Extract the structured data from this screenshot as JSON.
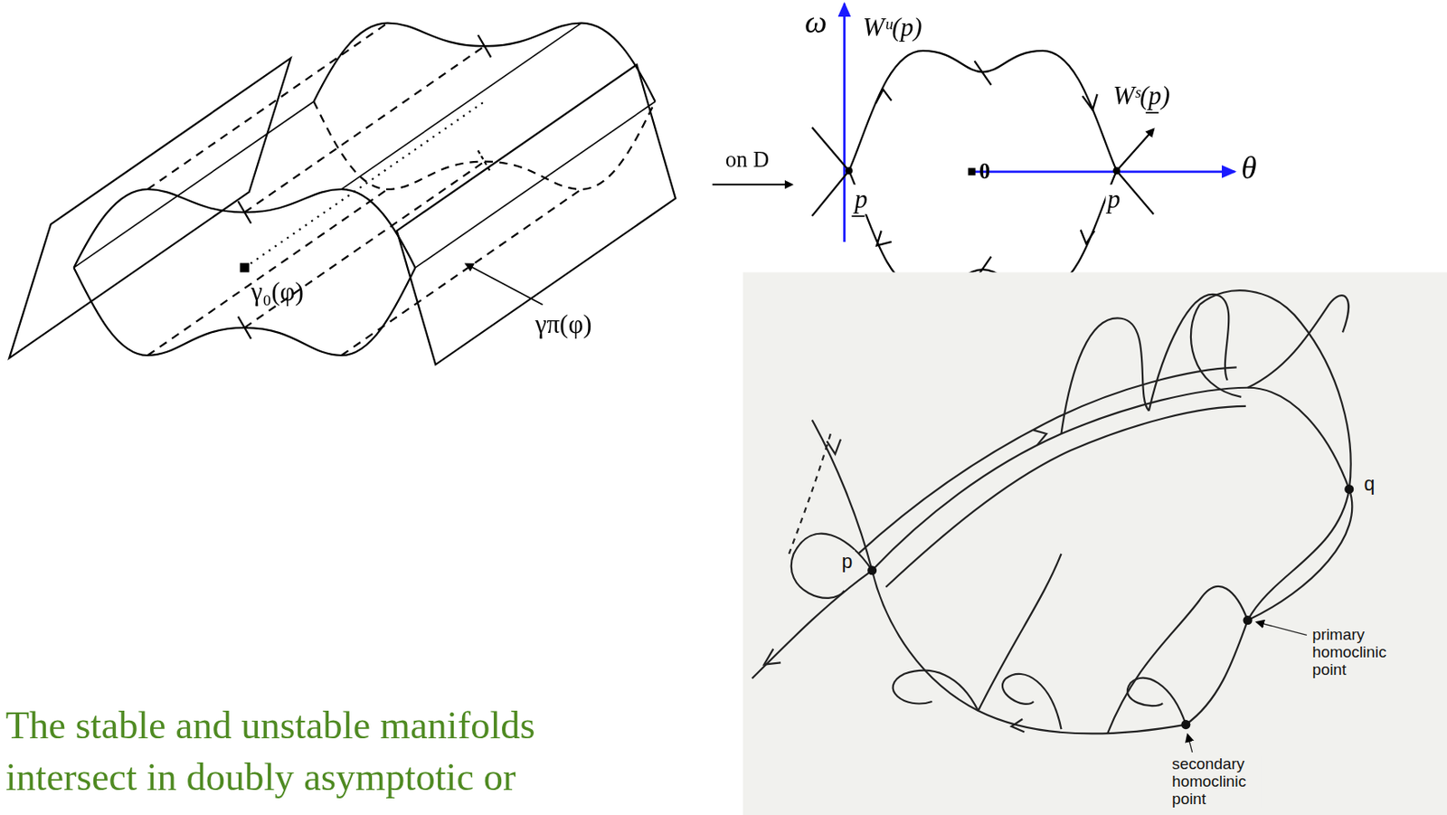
{
  "diagram": {
    "labels": [
      "γ₀(φ)",
      "γπ(φ)",
      "on D",
      "ω",
      "Wᵘ(p)",
      "Wˢ(p̲)",
      "θ",
      "0",
      "p̲",
      "p",
      "p",
      "q",
      "primary homoclinic point",
      "secondary homoclinic point",
      "The stable and unstable manifolds intersect in doubly asymptotic or"
    ]
  }
}
